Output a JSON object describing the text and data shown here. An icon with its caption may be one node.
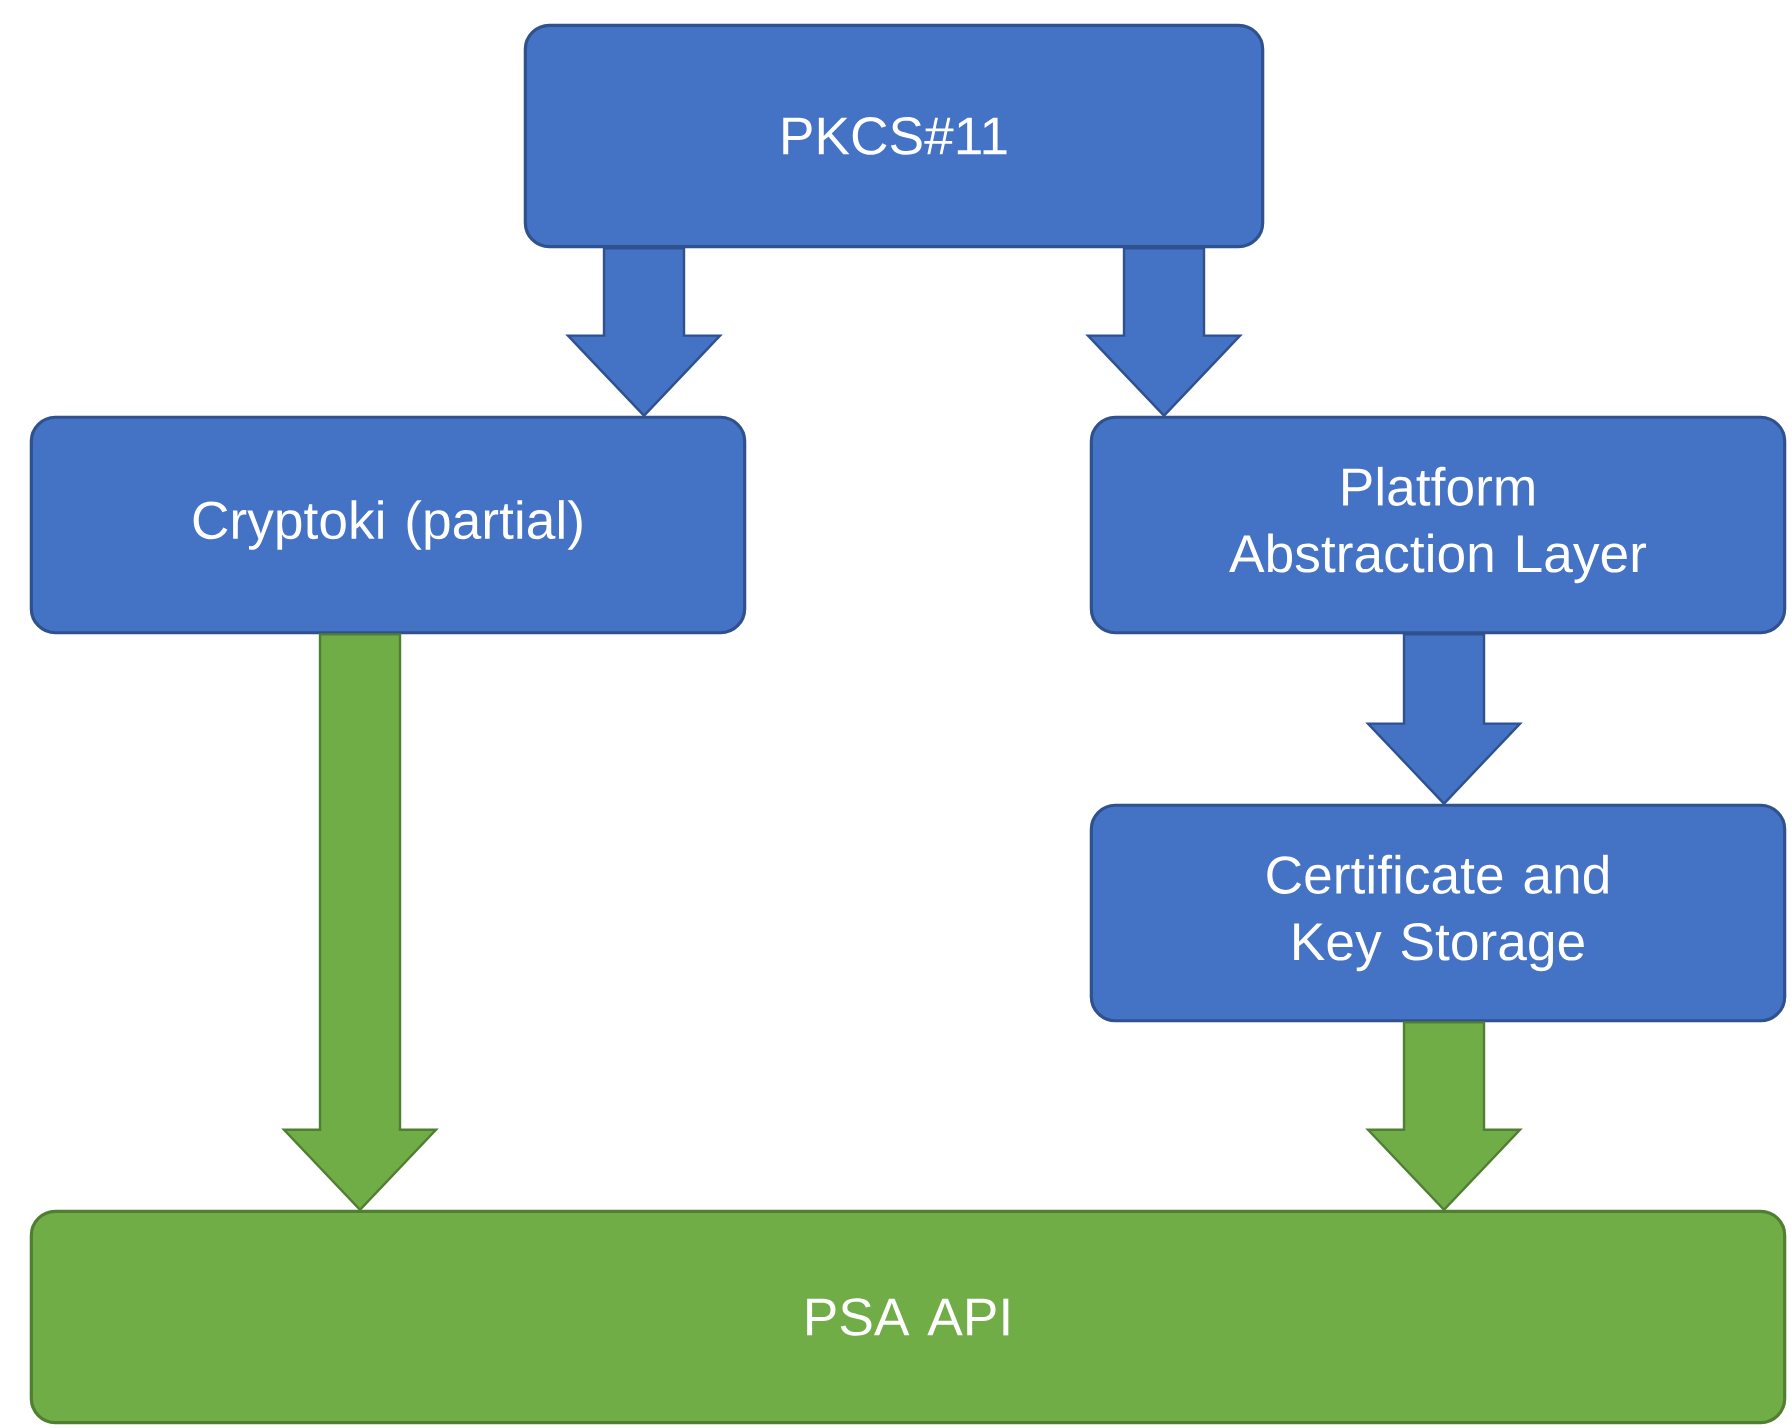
{
  "diagram": {
    "nodes": [
      {
        "text": [
          "PKCS#11"
        ]
      },
      {
        "text": [
          "Cryptoki (partial)"
        ]
      },
      {
        "text": [
          "Platform Abstraction Layer"
        ]
      },
      {
        "text": [
          "Certificate and Key Storage"
        ]
      },
      {
        "text": [
          "PSA API"
        ]
      }
    ],
    "edges": [
      {
        "from": 0,
        "to": 1,
        "arrow": "to"
      },
      {
        "from": 0,
        "to": 2,
        "arrow": "to"
      },
      {
        "from": 2,
        "to": 3,
        "arrow": "to"
      },
      {
        "from": 1,
        "to": 4,
        "arrow": "to",
        "color": "#70ad47"
      },
      {
        "from": 3,
        "to": 4,
        "arrow": "to",
        "color": "#70ad47"
      }
    ]
  }
}
